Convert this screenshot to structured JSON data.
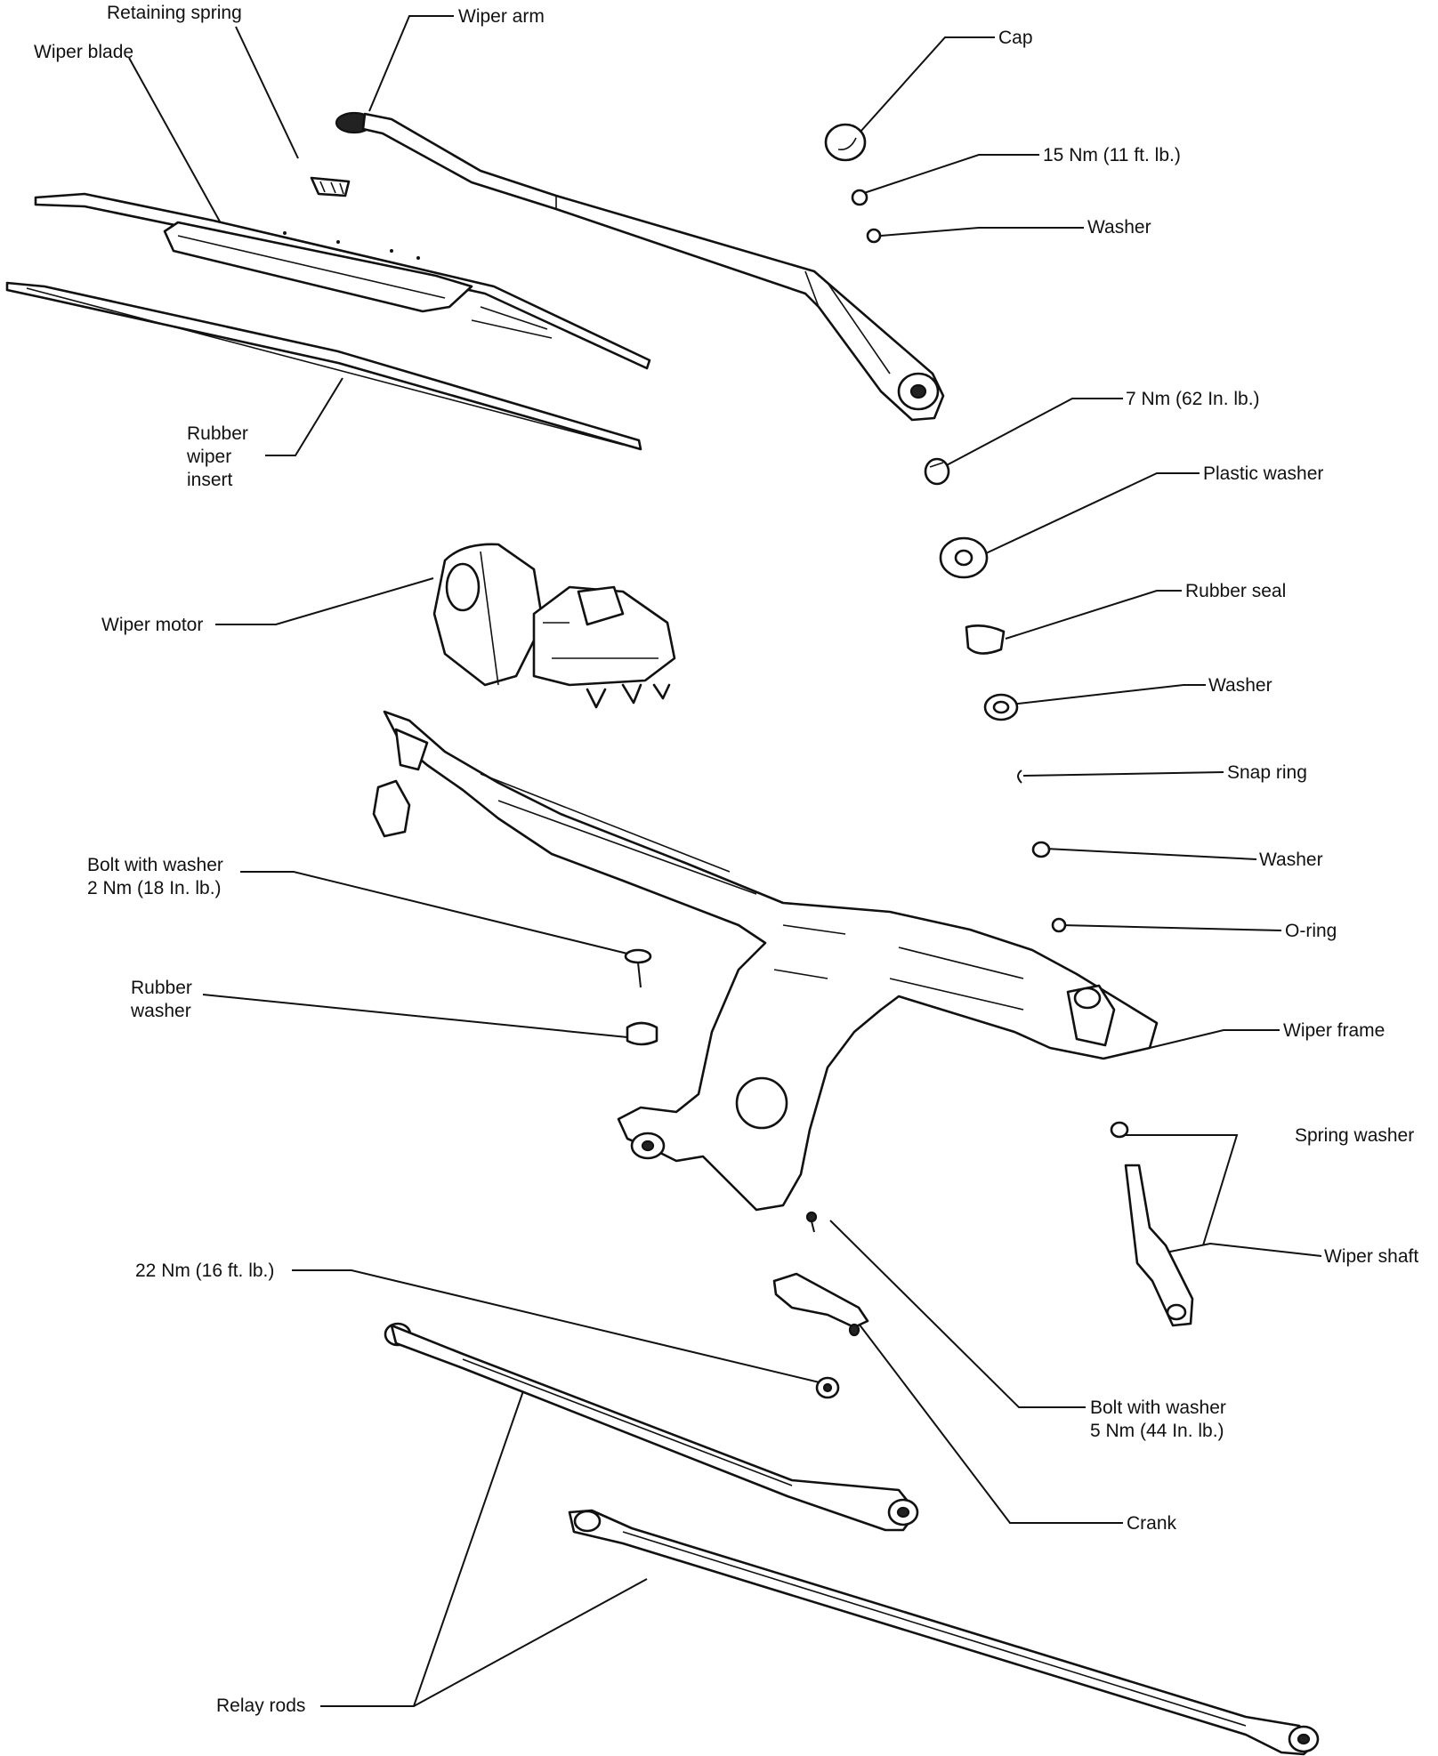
{
  "labels": {
    "retaining_spring": "Retaining spring",
    "wiper_arm": "Wiper arm",
    "wiper_blade": "Wiper blade",
    "cap": "Cap",
    "torque_15nm": "15 Nm (11 ft. lb.)",
    "washer_top": "Washer",
    "rubber_insert": "Rubber\nwiper\ninsert",
    "torque_7nm": "7 Nm (62 In. lb.)",
    "plastic_washer": "Plastic washer",
    "rubber_seal": "Rubber seal",
    "washer_mid": "Washer",
    "wiper_motor": "Wiper motor",
    "snap_ring": "Snap ring",
    "washer_low": "Washer",
    "o_ring": "O-ring",
    "bolt_washer_2nm": "Bolt with washer\n2 Nm (18 In. lb.)",
    "rubber_washer": "Rubber\nwasher",
    "wiper_frame": "Wiper frame",
    "spring_washer": "Spring washer",
    "wiper_shaft": "Wiper shaft",
    "torque_22nm": "22 Nm (16 ft. lb.)",
    "bolt_washer_5nm": "Bolt with washer\n5 Nm (44 In. lb.)",
    "crank": "Crank",
    "relay_rods": "Relay rods"
  }
}
